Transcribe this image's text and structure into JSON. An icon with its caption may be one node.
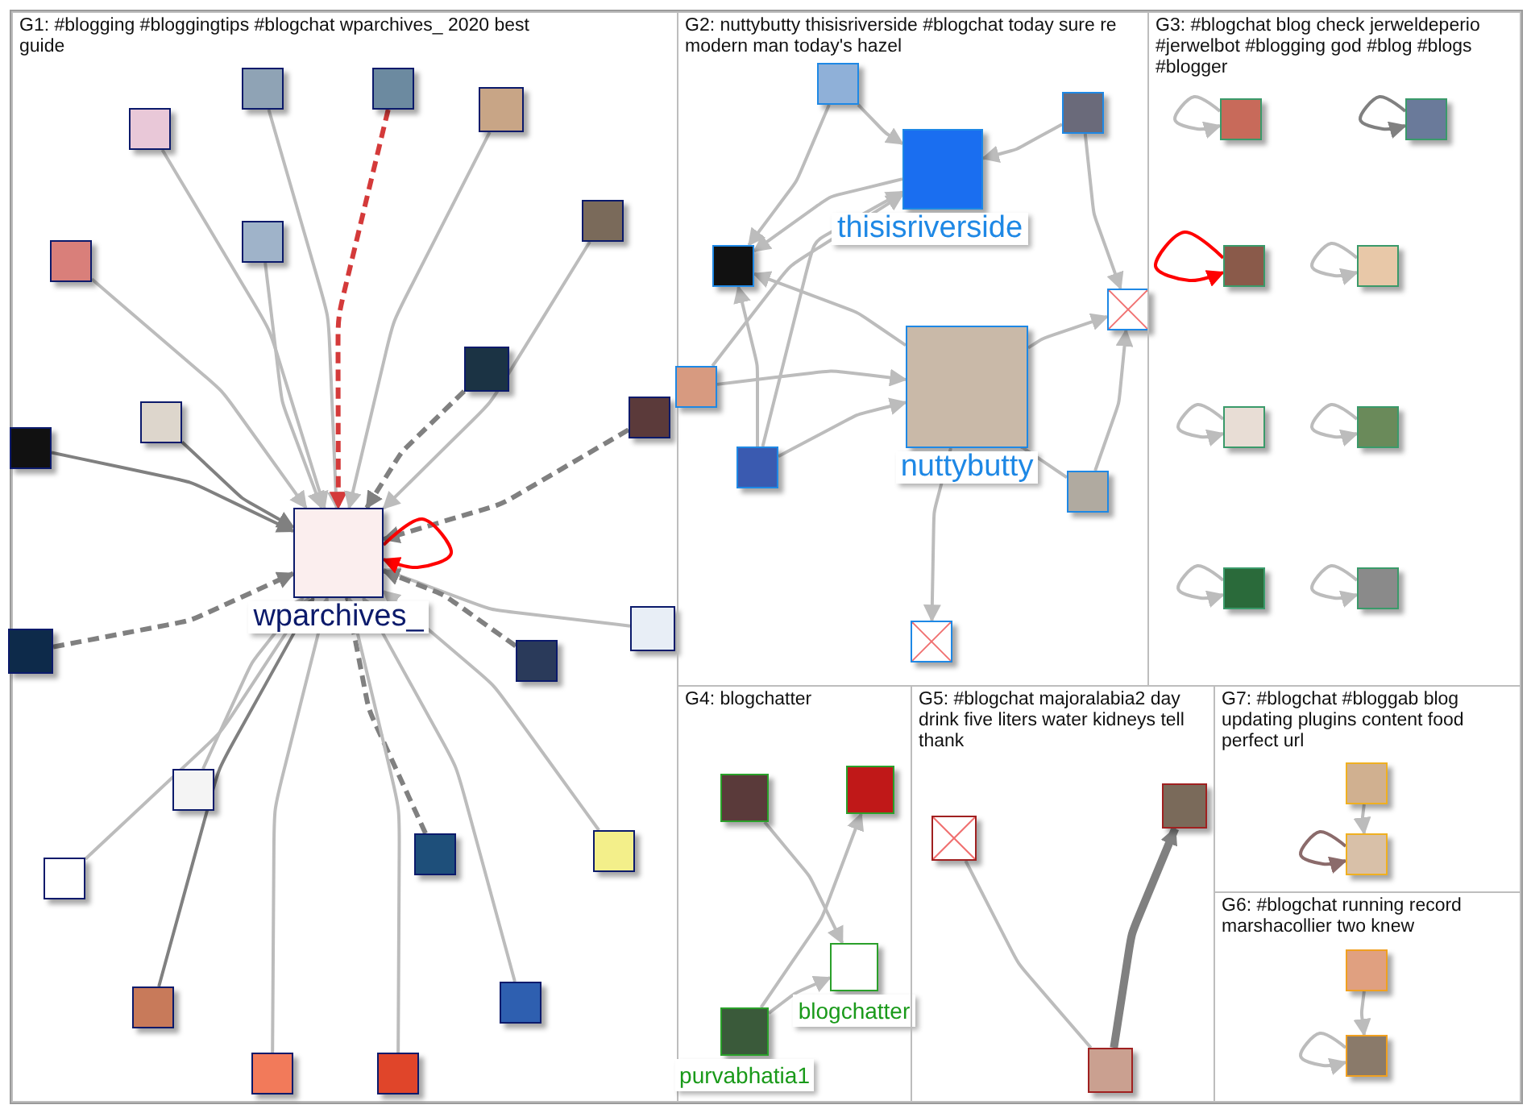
{
  "diagram": {
    "nodes": [
      {
        "text": [
          "G1: #blogging #bloggingtips #blogchat wparchives_ 2020 best guide"
        ]
      },
      {
        "text": [
          "wparchives_"
        ],
        "in": 0
      },
      {
        "text": [],
        "shape": "box",
        "in": 0
      },
      {
        "text": [],
        "shape": "box",
        "in": 0
      },
      {
        "text": [],
        "shape": "box",
        "in": 0
      },
      {
        "text": [],
        "shape": "box",
        "in": 0
      },
      {
        "text": [],
        "shape": "box",
        "in": 0
      },
      {
        "text": [],
        "shape": "box",
        "in": 0
      },
      {
        "text": [],
        "shape": "box",
        "in": 0
      },
      {
        "text": [],
        "shape": "box",
        "in": 0
      },
      {
        "text": [],
        "shape": "box",
        "in": 0
      },
      {
        "text": [],
        "shape": "box",
        "in": 0
      },
      {
        "text": [],
        "shape": "box",
        "in": 0
      },
      {
        "text": [],
        "shape": "box",
        "in": 0
      },
      {
        "text": [],
        "shape": "box",
        "in": 0
      },
      {
        "text": [],
        "shape": "box",
        "in": 0
      },
      {
        "text": [],
        "shape": "box",
        "in": 0
      },
      {
        "text": [],
        "shape": "box",
        "in": 0
      },
      {
        "text": [],
        "shape": "box",
        "in": 0
      },
      {
        "text": [],
        "shape": "box",
        "in": 0
      },
      {
        "text": [],
        "shape": "box",
        "in": 0
      },
      {
        "text": [],
        "shape": "box",
        "in": 0
      },
      {
        "text": [],
        "shape": "box",
        "in": 0
      },
      {
        "text": [],
        "shape": "box",
        "in": 0
      },
      {
        "text": [
          "G2: nuttybutty thisisriverside #blogchat today sure re modern man today's hazel"
        ]
      },
      {
        "text": [],
        "shape": "box",
        "in": 24
      },
      {
        "text": [],
        "shape": "box",
        "in": 24
      },
      {
        "text": [
          "thisisriverside"
        ],
        "in": 24
      },
      {
        "text": [],
        "shape": "box",
        "in": 24
      },
      {
        "text": [],
        "shape": "box",
        "in": 24
      },
      {
        "text": [],
        "shape": "box",
        "in": 24
      },
      {
        "text": [
          "nuttybutty"
        ],
        "in": 24
      },
      {
        "text": [],
        "shape": "box",
        "in": 24
      },
      {
        "text": [],
        "shape": "picture",
        "in": 24
      },
      {
        "text": [],
        "shape": "picture",
        "in": 24
      },
      {
        "text": [
          "G3: #blogchat blog check jerweldeperio #jerwelbot #blogging god #blog #blogs #blogger"
        ]
      },
      {
        "text": [],
        "shape": "box",
        "in": 35
      },
      {
        "text": [],
        "shape": "box",
        "in": 35
      },
      {
        "text": [],
        "shape": "box",
        "in": 35
      },
      {
        "text": [],
        "shape": "box",
        "in": 35
      },
      {
        "text": [],
        "shape": "box",
        "in": 35
      },
      {
        "text": [],
        "shape": "box",
        "in": 35
      },
      {
        "text": [],
        "shape": "box",
        "in": 35
      },
      {
        "text": [],
        "shape": "box",
        "in": 35
      },
      {
        "text": [
          "G4: blogchatter"
        ]
      },
      {
        "text": [],
        "shape": "box",
        "in": 44
      },
      {
        "text": [],
        "shape": "box",
        "in": 44
      },
      {
        "text": [
          "purvabhatia1"
        ],
        "in": 44
      },
      {
        "text": [
          "blogchatter"
        ],
        "in": 44
      },
      {
        "text": [
          "G5: #blogchat majoralabia2 day drink five liters water kidneys tell thank"
        ]
      },
      {
        "text": [],
        "shape": "picture",
        "in": 49
      },
      {
        "text": [],
        "shape": "box",
        "in": 49
      },
      {
        "text": [],
        "shape": "box",
        "in": 49
      },
      {
        "text": [
          "G7: #blogchat #bloggab blog updating plugins content food perfect url"
        ]
      },
      {
        "text": [],
        "shape": "box",
        "in": 53
      },
      {
        "text": [],
        "shape": "box",
        "in": 53
      },
      {
        "text": [
          "G6: #blogchat running record marshacollier two knew"
        ]
      },
      {
        "text": [],
        "shape": "box",
        "in": 56
      },
      {
        "text": [],
        "shape": "box",
        "in": 56
      }
    ],
    "edges": [
      {
        "from": 2,
        "to": 1,
        "arrow": "to"
      },
      {
        "from": 3,
        "to": 1,
        "arrow": "to",
        "style": "dashed",
        "color": "#d43a3a"
      },
      {
        "from": 4,
        "to": 1,
        "arrow": "to"
      },
      {
        "from": 5,
        "to": 1,
        "arrow": "to"
      },
      {
        "from": 6,
        "to": 1,
        "arrow": "to"
      },
      {
        "from": 7,
        "to": 1,
        "arrow": "to"
      },
      {
        "from": 8,
        "to": 1,
        "arrow": "to"
      },
      {
        "from": 9,
        "to": 1,
        "arrow": "to",
        "style": "dashed",
        "color": "#808080"
      },
      {
        "from": 10,
        "to": 1,
        "arrow": "to",
        "color": "#808080"
      },
      {
        "from": 11,
        "to": 1,
        "arrow": "to",
        "color": "#808080"
      },
      {
        "from": 12,
        "to": 1,
        "arrow": "to",
        "style": "dashed",
        "color": "#808080"
      },
      {
        "from": 13,
        "to": 1,
        "arrow": "to",
        "style": "dashed",
        "color": "#808080"
      },
      {
        "from": 14,
        "to": 1,
        "arrow": "to"
      },
      {
        "from": 15,
        "to": 1,
        "arrow": "to",
        "style": "dashed",
        "color": "#808080"
      },
      {
        "from": 16,
        "to": 1,
        "arrow": "to"
      },
      {
        "from": 17,
        "to": 1,
        "arrow": "to"
      },
      {
        "from": 18,
        "to": 1,
        "arrow": "to",
        "style": "dashed",
        "color": "#808080"
      },
      {
        "from": 19,
        "to": 1,
        "arrow": "to"
      },
      {
        "from": 20,
        "to": 1,
        "arrow": "to",
        "color": "#808080"
      },
      {
        "from": 21,
        "to": 1,
        "arrow": "to"
      },
      {
        "from": 22,
        "to": 1,
        "arrow": "to"
      },
      {
        "from": 23,
        "to": 1,
        "arrow": "to"
      },
      {
        "from": 1,
        "to": 1,
        "arrow": "to",
        "color": "#ff0000"
      },
      {
        "from": 25,
        "to": 27,
        "arrow": "to"
      },
      {
        "from": 25,
        "to": 26,
        "arrow": "to"
      },
      {
        "from": 28,
        "to": 27,
        "arrow": "to"
      },
      {
        "from": 28,
        "to": 31,
        "arrow": "to"
      },
      {
        "from": 29,
        "to": 27,
        "arrow": "to"
      },
      {
        "from": 29,
        "to": 31,
        "arrow": "to"
      },
      {
        "from": 29,
        "to": 26,
        "arrow": "to"
      },
      {
        "from": 27,
        "to": 26,
        "arrow": "to"
      },
      {
        "from": 31,
        "to": 26,
        "arrow": "to"
      },
      {
        "from": 30,
        "to": 27,
        "arrow": "to"
      },
      {
        "from": 30,
        "to": 33,
        "arrow": "to"
      },
      {
        "from": 32,
        "to": 31,
        "arrow": "to"
      },
      {
        "from": 32,
        "to": 33,
        "arrow": "to"
      },
      {
        "from": 31,
        "to": 33,
        "arrow": "to"
      },
      {
        "from": 31,
        "to": 34,
        "arrow": "to"
      },
      {
        "from": 36,
        "to": 36,
        "arrow": "to"
      },
      {
        "from": 37,
        "to": 37,
        "arrow": "to",
        "color": "#808080"
      },
      {
        "from": 38,
        "to": 38,
        "arrow": "to",
        "color": "#ff0000"
      },
      {
        "from": 39,
        "to": 39,
        "arrow": "to"
      },
      {
        "from": 40,
        "to": 40,
        "arrow": "to"
      },
      {
        "from": 41,
        "to": 41,
        "arrow": "to"
      },
      {
        "from": 42,
        "to": 42,
        "arrow": "to"
      },
      {
        "from": 43,
        "to": 43,
        "arrow": "to"
      },
      {
        "from": 45,
        "to": 48,
        "arrow": "to"
      },
      {
        "from": 47,
        "to": 46,
        "arrow": "to"
      },
      {
        "from": 47,
        "to": 48,
        "arrow": "to"
      },
      {
        "from": 50,
        "to": 52,
        "arrow": "none"
      },
      {
        "from": 52,
        "to": 51,
        "arrow": "to",
        "style": "thick",
        "color": "#808080"
      },
      {
        "from": 54,
        "to": 55,
        "arrow": "to"
      },
      {
        "from": 55,
        "to": 55,
        "arrow": "to",
        "color": "#8b6b6b"
      },
      {
        "from": 57,
        "to": 58,
        "arrow": "to"
      },
      {
        "from": 58,
        "to": 58,
        "arrow": "to"
      }
    ]
  }
}
